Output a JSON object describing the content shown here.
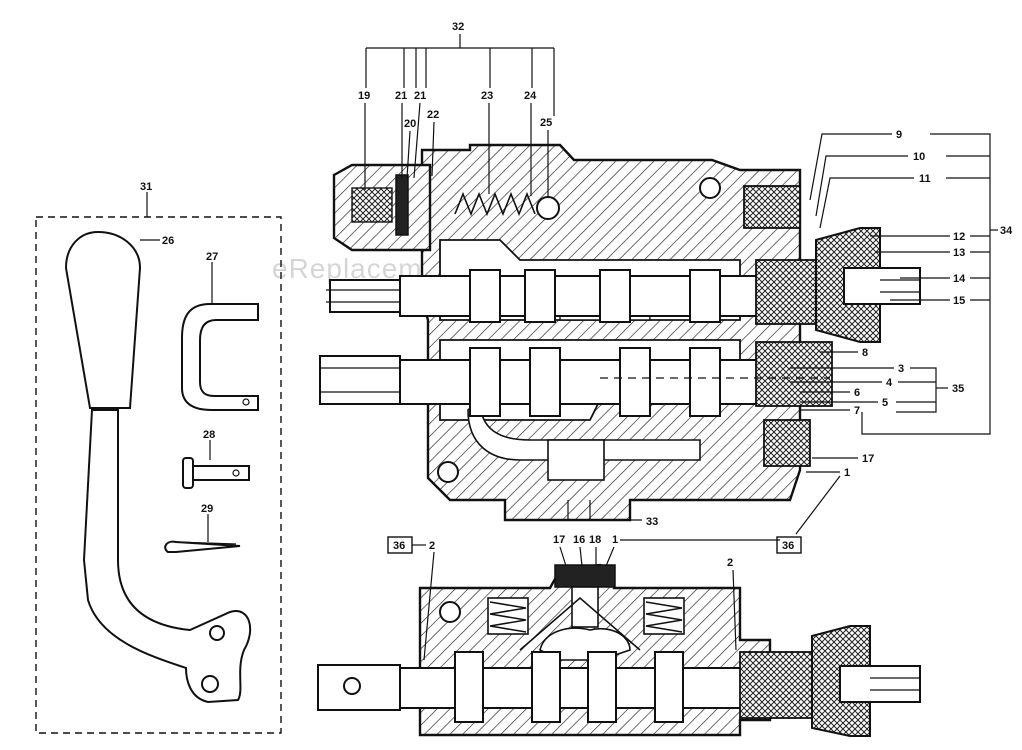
{
  "watermark": "eReplacementParts.com",
  "callouts": {
    "c31": "31",
    "c26a": "26",
    "c27": "27",
    "c28": "28",
    "c29": "29",
    "c32": "32",
    "c19": "19",
    "c21a": "21",
    "c21b": "21",
    "c20": "20",
    "c22": "22",
    "c23": "23",
    "c24": "24",
    "c25": "25",
    "c9": "9",
    "c10": "10",
    "c11": "11",
    "c12": "12",
    "c13": "13",
    "c14": "14",
    "c15": "15",
    "c34": "34",
    "c8": "8",
    "c3": "3",
    "c4": "4",
    "c6": "6",
    "c5": "5",
    "c35": "35",
    "c7": "7",
    "c17a": "17",
    "c1a": "1",
    "c33": "33",
    "c36a": "36",
    "c36b": "36",
    "c2a": "2",
    "c2b": "2",
    "c17b": "17",
    "c16": "16",
    "c18": "18",
    "c1b": "1"
  }
}
